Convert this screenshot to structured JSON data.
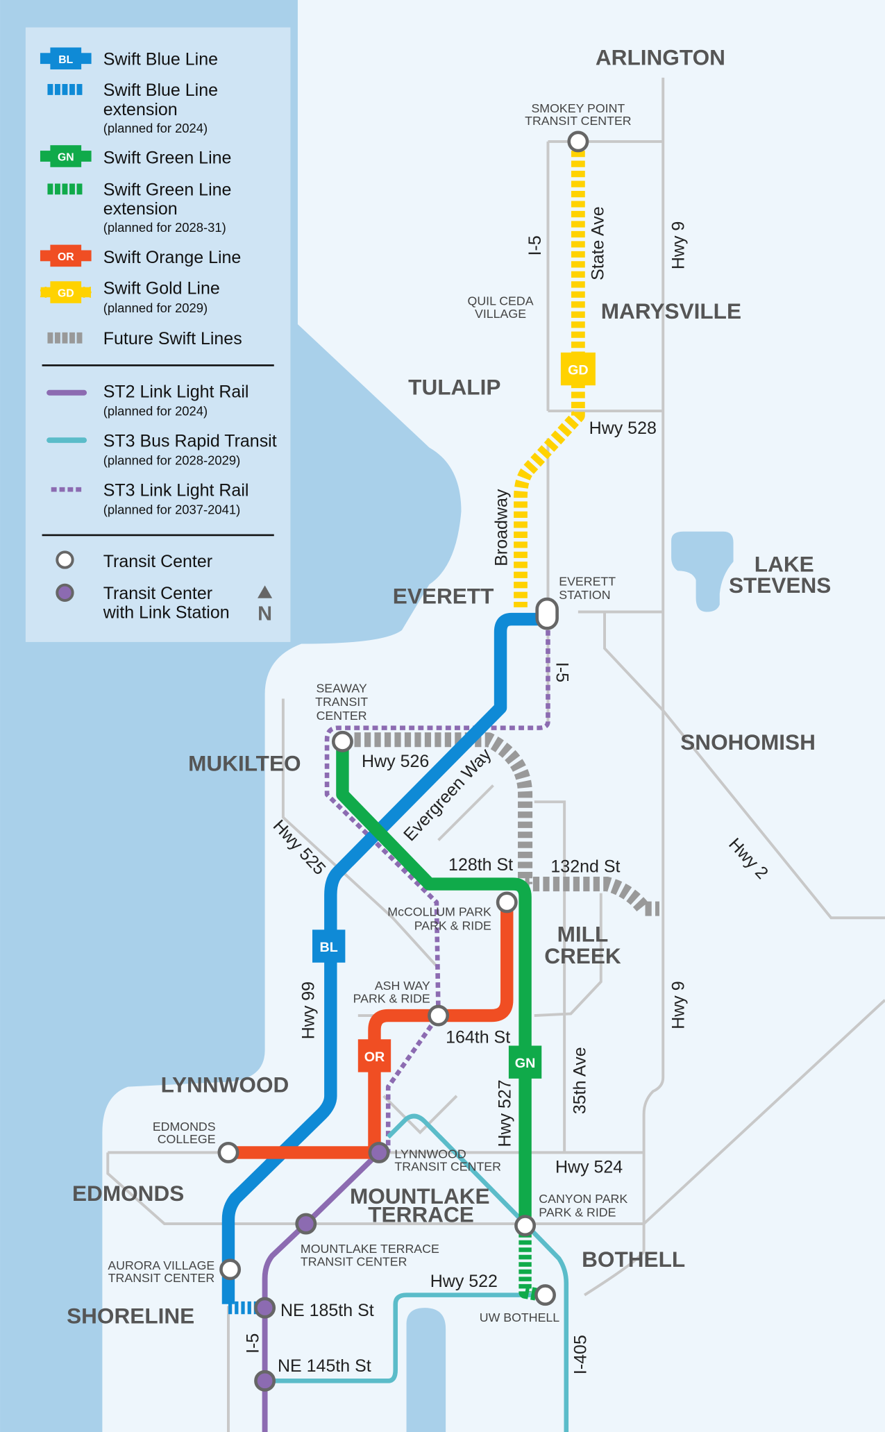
{
  "colors": {
    "blue": "#0f8ad6",
    "green": "#10aa4a",
    "orange": "#f04e23",
    "gold": "#ffd200",
    "gray": "#999999",
    "purple": "#8c6bb1",
    "teal": "#5bbcc9",
    "water": "#a9d0ea",
    "land": "#eef6fc",
    "legend_bg": "#cfe4f4"
  },
  "legend": {
    "items": [
      {
        "icon": "BL",
        "label": "Swift Blue Line"
      },
      {
        "label": "Swift Blue Line",
        "label2": "extension",
        "note": "(planned for 2024)"
      },
      {
        "icon": "GN",
        "label": "Swift Green Line"
      },
      {
        "label": "Swift Green Line",
        "label2": "extension",
        "note": "(planned for 2028-31)"
      },
      {
        "icon": "OR",
        "label": "Swift Orange Line"
      },
      {
        "icon": "GD",
        "label": "Swift Gold Line",
        "note": "(planned for 2029)"
      },
      {
        "label": "Future Swift Lines"
      },
      {
        "label": "ST2 Link Light Rail",
        "note": "(planned for 2024)"
      },
      {
        "label": "ST3 Bus Rapid Transit",
        "note": "(planned for 2028-2029)"
      },
      {
        "label": "ST3 Link Light Rail",
        "note": "(planned for 2037-2041)"
      },
      {
        "label": "Transit Center"
      },
      {
        "label": "Transit Center",
        "label2": "with Link Station"
      }
    ],
    "north": "N"
  },
  "towns": [
    "ARLINGTON",
    "MARYSVILLE",
    "TULALIP",
    "EVERETT",
    "LAKE",
    "STEVENS",
    "MUKILTEO",
    "SNOHOMISH",
    "MILL",
    "CREEK",
    "LYNNWOOD",
    "EDMONDS",
    "MOUNTLAKE",
    "TERRACE",
    "BOTHELL",
    "SHORELINE"
  ],
  "stations": [
    {
      "l1": "SMOKEY POINT",
      "l2": "TRANSIT CENTER"
    },
    {
      "l1": "QUIL CEDA",
      "l2": "VILLAGE"
    },
    {
      "l1": "EVERETT",
      "l2": "STATION"
    },
    {
      "l1": "SEAWAY",
      "l2": "TRANSIT",
      "l3": "CENTER"
    },
    {
      "l1": "McCOLLUM PARK",
      "l2": "PARK & RIDE"
    },
    {
      "l1": "ASH WAY",
      "l2": "PARK & RIDE"
    },
    {
      "l1": "EDMONDS",
      "l2": "COLLEGE"
    },
    {
      "l1": "LYNNWOOD",
      "l2": "TRANSIT CENTER"
    },
    {
      "l1": "MOUNTLAKE TERRACE",
      "l2": "TRANSIT CENTER"
    },
    {
      "l1": "CANYON PARK",
      "l2": "PARK & RIDE"
    },
    {
      "l1": "AURORA VILLAGE",
      "l2": "TRANSIT CENTER"
    },
    {
      "l1": "UW BOTHELL"
    }
  ],
  "roads": [
    "I-5",
    "State Ave",
    "Hwy 9",
    "Hwy 528",
    "Broadway",
    "I-5",
    "Hwy 526",
    "Evergreen Way",
    "Hwy 525",
    "128th St",
    "132nd St",
    "Hwy 99",
    "164th St",
    "Hwy 527",
    "35th Ave",
    "Hwy 9",
    "Hwy 2",
    "Hwy 524",
    "Hwy 522",
    "NE 185th St",
    "I-5",
    "NE 145th St",
    "I-405"
  ],
  "badges": {
    "bl": "BL",
    "gn": "GN",
    "or": "OR",
    "gd": "GD"
  }
}
